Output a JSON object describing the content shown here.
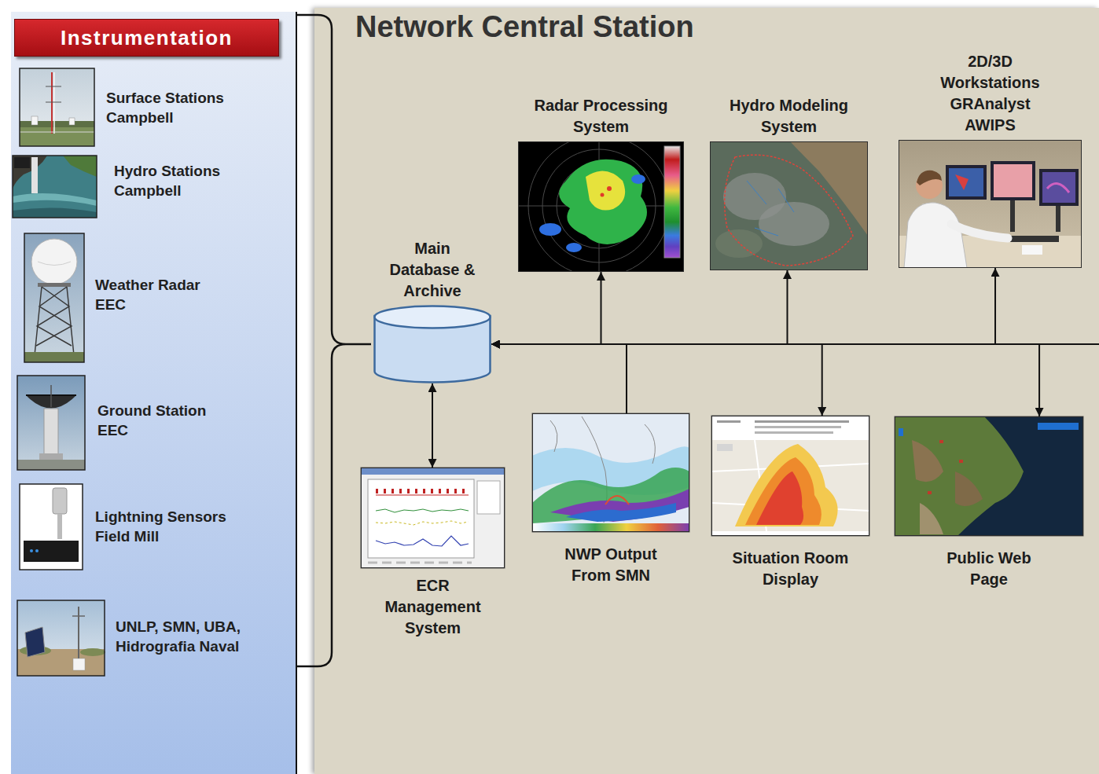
{
  "diagram": {
    "nodes": [
      {
        "text": [
          "Instrumentation"
        ]
      },
      {
        "text": [
          "Network Central Station"
        ]
      },
      {
        "text": [
          "Main Database & Archive"
        ],
        "in": 1
      },
      {
        "text": [
          "Radar Processing System"
        ],
        "in": 1
      },
      {
        "text": [
          "Hydro Modeling System"
        ],
        "in": 1
      },
      {
        "text": [
          "2D/3D Workstations GRAnalyst AWIPS"
        ],
        "in": 1
      },
      {
        "text": [
          "ECR Management System"
        ],
        "in": 1
      },
      {
        "text": [
          "NWP Output From SMN"
        ],
        "in": 1
      },
      {
        "text": [
          "Situation Room Display"
        ],
        "in": 1
      },
      {
        "text": [
          "Public Web Page"
        ],
        "in": 1
      }
    ],
    "edges": [
      {
        "from": 2,
        "to": 3,
        "arrow": "both"
      },
      {
        "from": 2,
        "to": 4,
        "arrow": "both"
      },
      {
        "from": 2,
        "to": 5,
        "arrow": "both"
      },
      {
        "from": 2,
        "to": 6,
        "arrow": "both"
      },
      {
        "from": 7,
        "to": 2,
        "arrow": "to"
      },
      {
        "from": 2,
        "to": 8,
        "arrow": "both"
      },
      {
        "from": 2,
        "to": 9,
        "arrow": "both"
      }
    ],
    "labels": [
      "Surface Stations Campbell",
      "Hydro Stations Campbell",
      "Weather Radar EEC",
      "Ground Station EEC",
      "Lightning Sensors Field Mill",
      "UNLP, SMN, UBA, Hidrografia Naval"
    ]
  }
}
